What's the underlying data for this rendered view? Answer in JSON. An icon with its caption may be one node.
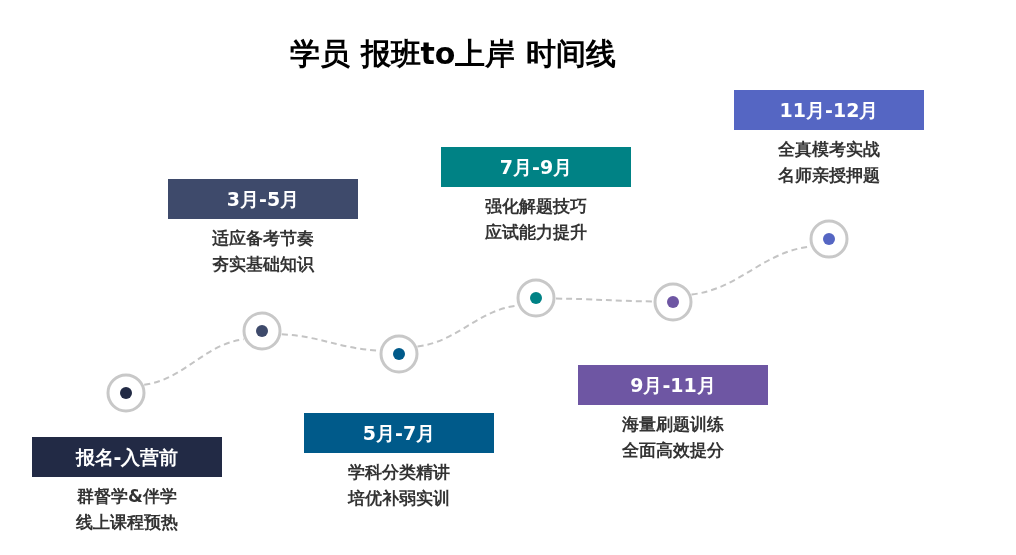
{
  "diagram": {
    "title": "学员 报班to上岸 时间线",
    "nodes": [
      {
        "text": [
          "报名-入营前",
          "群督学&伴学",
          "线上课程预热"
        ]
      },
      {
        "text": [
          "3月-5月",
          "适应备考节奏",
          "夯实基础知识"
        ]
      },
      {
        "text": [
          "5月-7月",
          "学科分类精讲",
          "培优补弱实训"
        ]
      },
      {
        "text": [
          "7月-9月",
          "强化解题技巧",
          "应试能力提升"
        ]
      },
      {
        "text": [
          "9月-11月",
          "海量刷题训练",
          "全面高效提分"
        ]
      },
      {
        "text": [
          "11月-12月",
          "全真模考实战",
          "名师亲授押题"
        ]
      },
      {
        "text": [],
        "shape": "circle"
      },
      {
        "text": [],
        "shape": "circle"
      },
      {
        "text": [],
        "shape": "circle"
      },
      {
        "text": [],
        "shape": "circle"
      },
      {
        "text": [],
        "shape": "circle"
      },
      {
        "text": [],
        "shape": "circle"
      }
    ],
    "edges": [
      {
        "from": 6,
        "to": 7,
        "arrow": "none",
        "style": "dashed"
      },
      {
        "from": 7,
        "to": 8,
        "arrow": "none",
        "style": "dashed"
      },
      {
        "from": 8,
        "to": 9,
        "arrow": "none",
        "style": "dashed"
      },
      {
        "from": 9,
        "to": 10,
        "arrow": "none",
        "style": "dashed"
      },
      {
        "from": 10,
        "to": 11,
        "arrow": "none",
        "style": "dashed"
      }
    ]
  }
}
